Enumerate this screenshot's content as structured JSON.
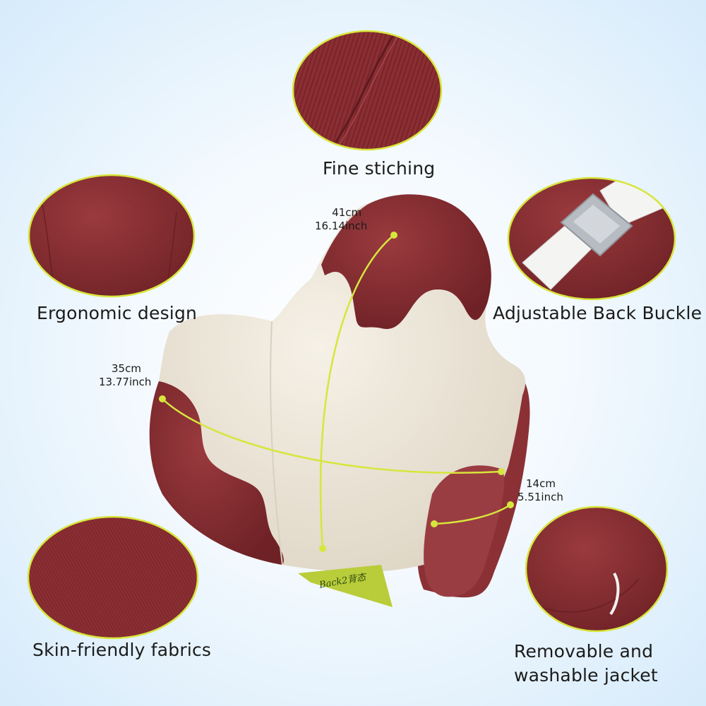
{
  "features": {
    "top": "Fine stiching",
    "left_upper": "Ergonomic design",
    "right_upper": "Adjustable Back Buckle",
    "left_lower": "Skin-friendly fabrics",
    "right_lower": [
      "Removable and",
      "washable jacket"
    ]
  },
  "dimensions": {
    "height": [
      "41cm",
      "16.14inch"
    ],
    "width": [
      "35cm",
      "13.77inch"
    ],
    "depth": [
      "14cm",
      "5.51inch"
    ]
  },
  "brand_tag": "Back2背态",
  "colors": {
    "fabric_red": "#8c2f34",
    "cushion_cream": "#efe8da",
    "accent_lime": "#d7e63c",
    "tag_green": "#b9cd3a"
  }
}
